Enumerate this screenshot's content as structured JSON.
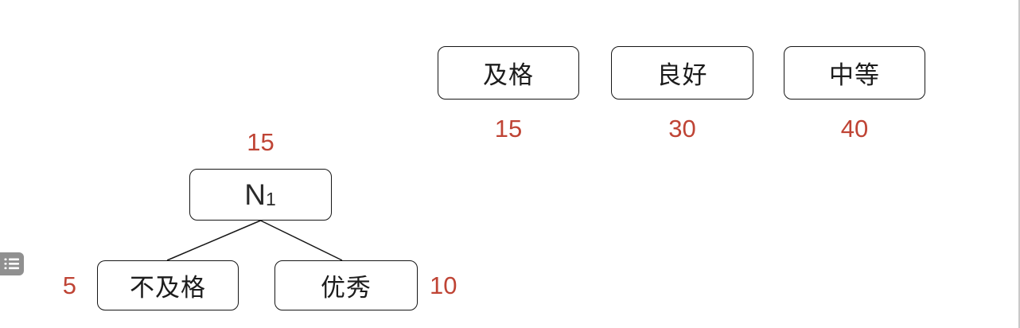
{
  "colors": {
    "background": "#ffffff",
    "node_border": "#161616",
    "node_fill": "#ffffff",
    "count_red": "#bf4435",
    "outline_button_gray": "#909090",
    "canvas_right_border": "#c9c9c9"
  },
  "top_row": {
    "nodes": [
      {
        "label": "及格",
        "count": "15"
      },
      {
        "label": "良好",
        "count": "30"
      },
      {
        "label": "中等",
        "count": "40"
      }
    ]
  },
  "tree": {
    "root": {
      "label_base": "N",
      "label_sub": "1",
      "count": "15"
    },
    "children": [
      {
        "label": "不及格",
        "count": "5",
        "count_side": "left"
      },
      {
        "label": "优秀",
        "count": "10",
        "count_side": "right"
      }
    ]
  },
  "toolbar": {
    "outline_button_icon": "list-icon"
  }
}
